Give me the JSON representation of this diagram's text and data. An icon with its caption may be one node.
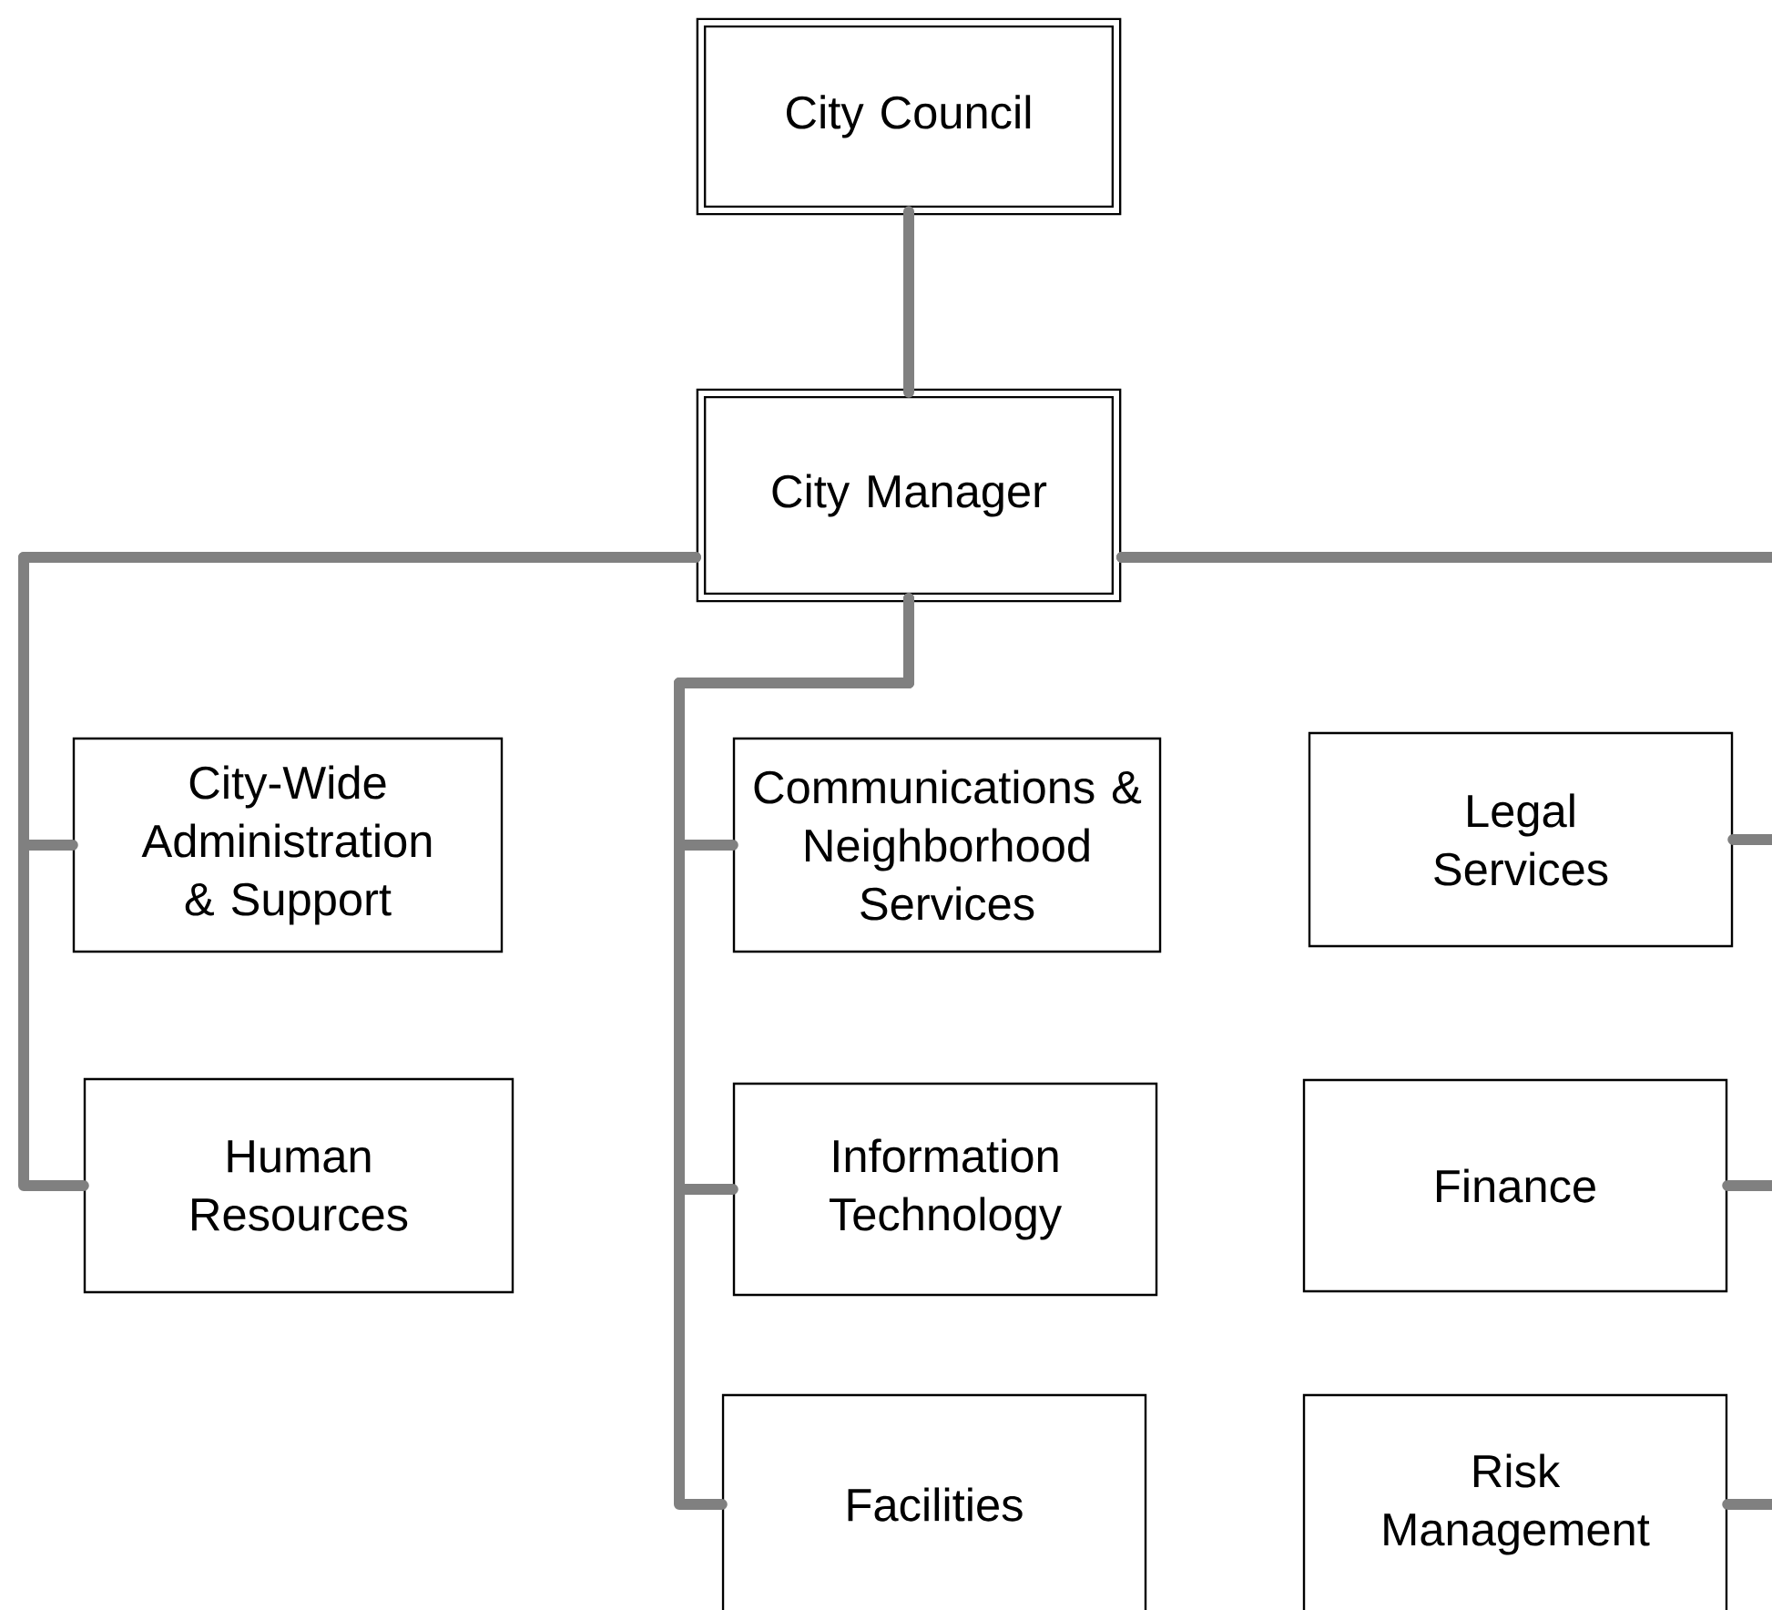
{
  "diagram": {
    "nodes": [
      {
        "text": [
          "City Council"
        ]
      },
      {
        "text": [
          "City Manager"
        ]
      },
      {
        "text": [
          "City-Wide Administration & Support"
        ]
      },
      {
        "text": [
          "Human Resources"
        ]
      },
      {
        "text": [
          "Communications & Neighborhood Services"
        ]
      },
      {
        "text": [
          "Information Technology"
        ]
      },
      {
        "text": [
          "Facilities"
        ]
      },
      {
        "text": [
          "Legal Services"
        ]
      },
      {
        "text": [
          "Finance"
        ]
      },
      {
        "text": [
          "Risk Management"
        ]
      }
    ],
    "edges": [
      {
        "from": 0,
        "to": 1,
        "arrow": "none"
      },
      {
        "from": 1,
        "to": 2,
        "arrow": "none"
      },
      {
        "from": 1,
        "to": 3,
        "arrow": "none"
      },
      {
        "from": 1,
        "to": 4,
        "arrow": "none"
      },
      {
        "from": 1,
        "to": 5,
        "arrow": "none"
      },
      {
        "from": 1,
        "to": 6,
        "arrow": "none"
      },
      {
        "from": 1,
        "to": 7,
        "arrow": "none"
      },
      {
        "from": 1,
        "to": 8,
        "arrow": "none"
      },
      {
        "from": 1,
        "to": 9,
        "arrow": "none"
      }
    ]
  }
}
